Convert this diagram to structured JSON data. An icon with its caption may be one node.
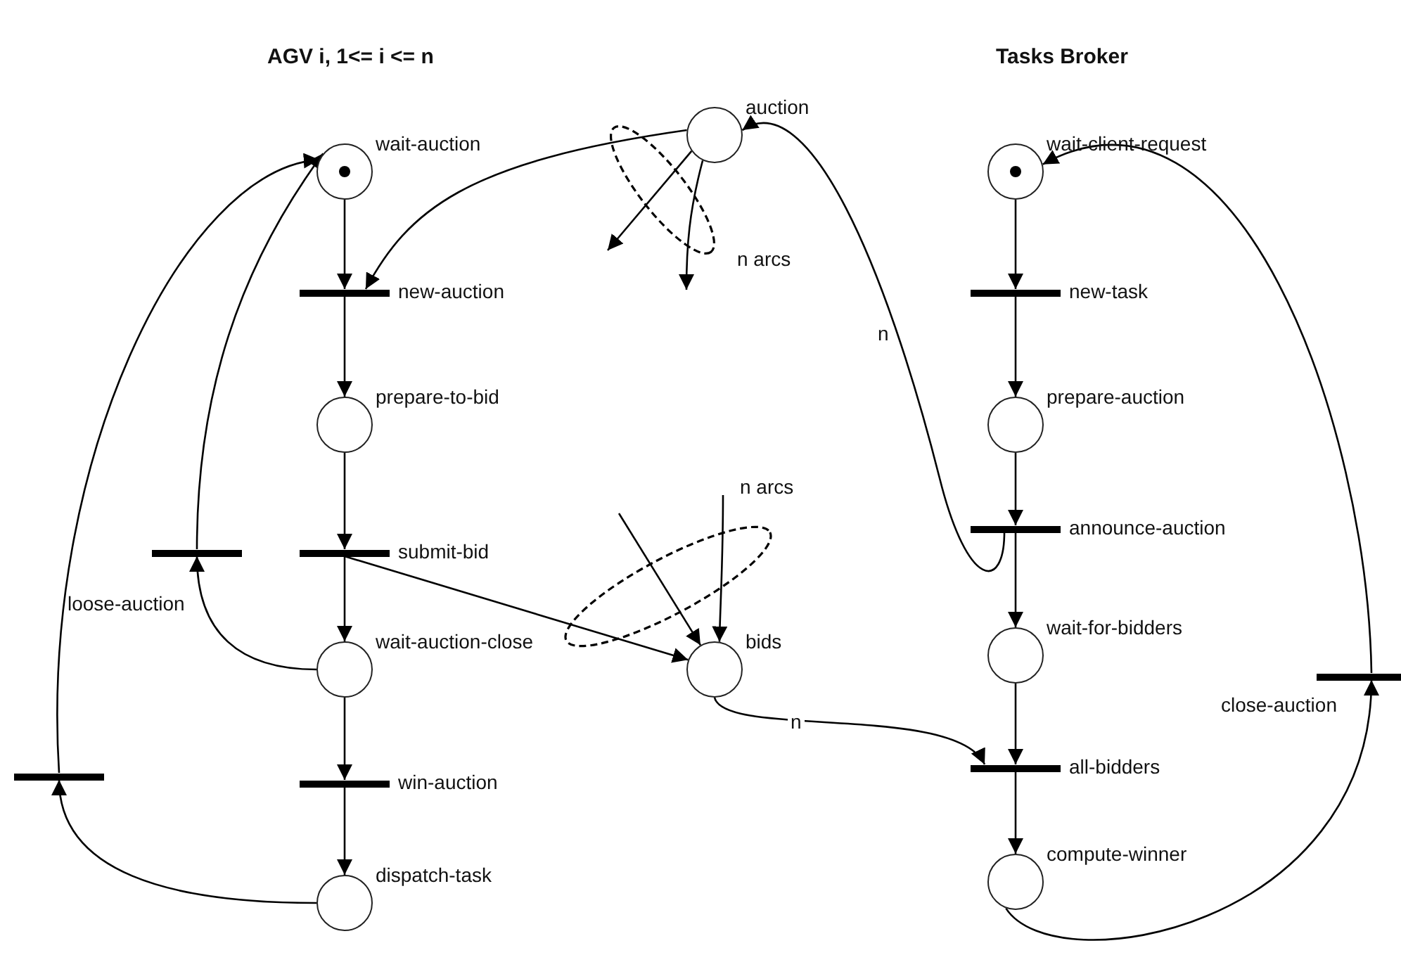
{
  "diagram": {
    "nodes": [
      {
        "text": [],
        "shape": "circle",
        "beside": [
          "wait-auction"
        ]
      },
      {
        "text": [],
        "shape": "bar",
        "beside": [
          "new-auction"
        ]
      },
      {
        "text": [],
        "shape": "circle",
        "beside": [
          "prepare-to-bid"
        ]
      },
      {
        "text": [],
        "shape": "bar",
        "beside": [
          "submit-bid"
        ]
      },
      {
        "text": [],
        "shape": "circle",
        "beside": [
          "wait-auction-close"
        ]
      },
      {
        "text": [],
        "shape": "bar",
        "beside": [
          "win-auction"
        ]
      },
      {
        "text": [],
        "shape": "circle",
        "beside": [
          "dispatch-task"
        ]
      },
      {
        "text": [],
        "shape": "bar",
        "beside": [
          "loose-auction"
        ]
      },
      {
        "text": [],
        "shape": "bar"
      },
      {
        "text": [],
        "shape": "circle",
        "beside": [
          "auction"
        ]
      },
      {
        "text": [],
        "shape": "circle",
        "beside": [
          "bids"
        ]
      },
      {
        "text": [],
        "shape": "circle",
        "beside": [
          "wait-client-request"
        ]
      },
      {
        "text": [],
        "shape": "bar",
        "beside": [
          "new-task"
        ]
      },
      {
        "text": [],
        "shape": "circle",
        "beside": [
          "prepare-auction"
        ]
      },
      {
        "text": [],
        "shape": "bar",
        "beside": [
          "announce-auction"
        ]
      },
      {
        "text": [],
        "shape": "circle",
        "beside": [
          "wait-for-bidders"
        ]
      },
      {
        "text": [],
        "shape": "bar",
        "beside": [
          "all-bidders"
        ]
      },
      {
        "text": [],
        "shape": "circle",
        "beside": [
          "compute-winner"
        ]
      },
      {
        "text": [],
        "shape": "bar",
        "beside": [
          "close-auction"
        ]
      }
    ],
    "edges": [
      {
        "from": 0,
        "to": 1,
        "arrow": "to"
      },
      {
        "from": 9,
        "to": 1,
        "arrow": "to"
      },
      {
        "from": 1,
        "to": 2,
        "arrow": "to"
      },
      {
        "from": 2,
        "to": 3,
        "arrow": "to"
      },
      {
        "from": 3,
        "to": 4,
        "arrow": "to"
      },
      {
        "from": 3,
        "to": 10,
        "arrow": "to"
      },
      {
        "from": 4,
        "to": 5,
        "arrow": "to"
      },
      {
        "from": 5,
        "to": 6,
        "arrow": "to"
      },
      {
        "from": 4,
        "to": 7,
        "arrow": "to"
      },
      {
        "from": 7,
        "to": 0,
        "arrow": "to"
      },
      {
        "from": 6,
        "to": 8,
        "arrow": "to"
      },
      {
        "from": 8,
        "to": 0,
        "arrow": "to"
      },
      {
        "from": 11,
        "to": 12,
        "arrow": "to"
      },
      {
        "from": 12,
        "to": 13,
        "arrow": "to"
      },
      {
        "from": 13,
        "to": 14,
        "arrow": "to"
      },
      {
        "from": 14,
        "to": 9,
        "arrow": "to",
        "label": "n"
      },
      {
        "from": 14,
        "to": 15,
        "arrow": "to"
      },
      {
        "from": 15,
        "to": 16,
        "arrow": "to"
      },
      {
        "from": 10,
        "to": 16,
        "arrow": "to",
        "label": "n"
      },
      {
        "from": 16,
        "to": 17,
        "arrow": "to"
      },
      {
        "from": 17,
        "to": 18,
        "arrow": "to"
      },
      {
        "from": 18,
        "to": 11,
        "arrow": "to"
      },
      {
        "from": 9,
        "to": null,
        "arrow": "to"
      },
      {
        "from": 9,
        "to": null,
        "arrow": "to"
      },
      {
        "from": null,
        "to": 10,
        "arrow": "to"
      },
      {
        "from": null,
        "to": 10,
        "arrow": "to"
      }
    ],
    "labels": [
      "AGV i, 1<= i <= n",
      "Tasks Broker",
      "n arcs",
      "n arcs"
    ]
  }
}
